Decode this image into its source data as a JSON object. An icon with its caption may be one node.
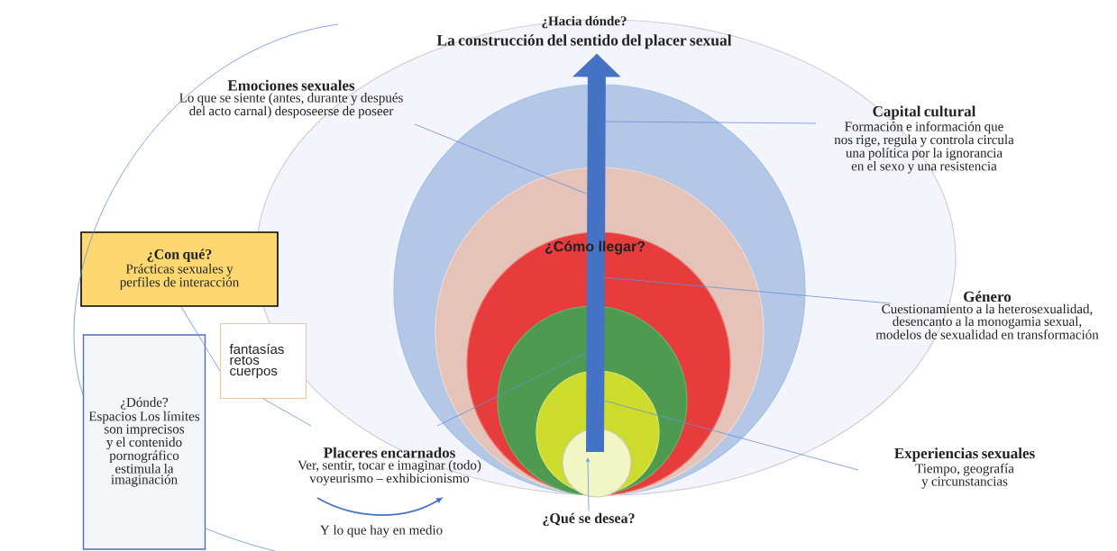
{
  "diagram": {
    "nodes": [
      {
        "text": [
          "¿Hacia dónde?",
          "La construcción del sentido del placer sexual"
        ]
      },
      {
        "text": [
          "Emociones sexuales",
          "Lo que se siente (antes, durante y después del acto carnal) desposeerse de poseer"
        ]
      },
      {
        "text": [
          "Capital cultural",
          "Formación e información que nos rige, regula y controla circula una política por la ignorancia en el sexo y una resistencia"
        ]
      },
      {
        "text": [],
        "shape": "circle"
      },
      {
        "text": [],
        "shape": "circle",
        "in": 3
      },
      {
        "text": [
          "¿Cómo llegar?"
        ],
        "in": 4
      },
      {
        "text": [],
        "shape": "circle",
        "in": 5
      },
      {
        "text": [],
        "shape": "circle",
        "in": 6
      },
      {
        "text": [],
        "shape": "circle",
        "in": 7
      },
      {
        "text": [
          "¿Con qué?",
          "Prácticas sexuales y perfiles de interacción"
        ]
      },
      {
        "text": [
          "Género",
          "Cuestionamiento a la heterosexualidad, desencanto a la monogamia sexual, modelos de sexualidad en transformación"
        ]
      },
      {
        "text": [
          "fantasías retos cuerpos"
        ]
      },
      {
        "text": [
          "¿Dónde?",
          "Espacios Los límites son imprecisos y el contenido pornográfico estimula la imaginación"
        ]
      },
      {
        "text": [
          "Placeres encarnados",
          "Ver, sentir, tocar e imaginar (todo) voyeurismo – exhibicionismo"
        ]
      },
      {
        "text": [
          "Experiencias sexuales",
          "Tiempo, geografía y circunstancias"
        ]
      },
      {
        "text": [
          "¿Qué se desea?"
        ]
      }
    ],
    "edges": [
      {
        "from": 1,
        "to": 4,
        "arrow": "none"
      },
      {
        "from": 2,
        "to": 3,
        "arrow": "none"
      },
      {
        "from": 10,
        "to": 5,
        "arrow": "none"
      },
      {
        "from": 14,
        "to": 7,
        "arrow": "none"
      },
      {
        "from": 13,
        "to": 6,
        "arrow": "none"
      },
      {
        "from": 9,
        "to": 11,
        "arrow": "none"
      },
      {
        "from": 11,
        "to": 13,
        "arrow": "none"
      },
      {
        "from": 15,
        "to": 8,
        "arrow": "to"
      },
      {
        "from": 8,
        "to": 0,
        "arrow": "to",
        "style": "thick"
      },
      {
        "from": null,
        "to": 12,
        "arrow": "none"
      },
      {
        "from": 12,
        "to": null,
        "arrow": "none"
      }
    ],
    "labels": [
      "Y lo que hay en medio"
    ]
  }
}
